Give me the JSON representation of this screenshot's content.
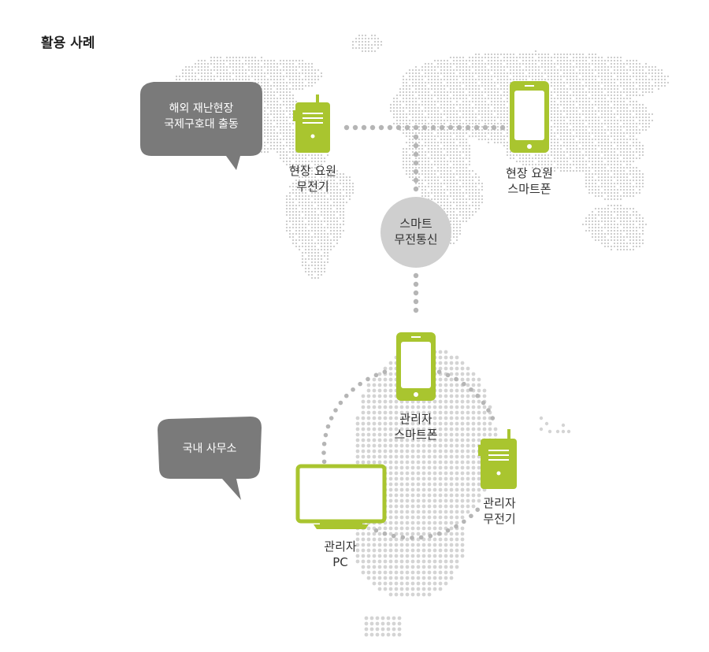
{
  "title": "활용 사례",
  "bubbles": {
    "overseas": {
      "line1": "해외 재난현장",
      "line2": "국제구호대 출동"
    },
    "domestic": {
      "line1": "국내 사무소"
    }
  },
  "hub": {
    "line1": "스마트",
    "line2": "무전통신"
  },
  "devices": {
    "field_radio": {
      "line1": "현장 요원",
      "line2": "무전기"
    },
    "field_phone": {
      "line1": "현장 요원",
      "line2": "스마트폰"
    },
    "admin_phone": {
      "line1": "관리자",
      "line2": "스마트폰"
    },
    "admin_radio": {
      "line1": "관리자",
      "line2": "무전기"
    },
    "admin_pc": {
      "line1": "관리자",
      "line2": "PC"
    }
  },
  "colors": {
    "accent": "#a9c52f",
    "bubble": "#7a7a7a",
    "hub": "#cfcfcf",
    "dots_map": "#c9c9c9",
    "connector": "#b5b5b5"
  }
}
